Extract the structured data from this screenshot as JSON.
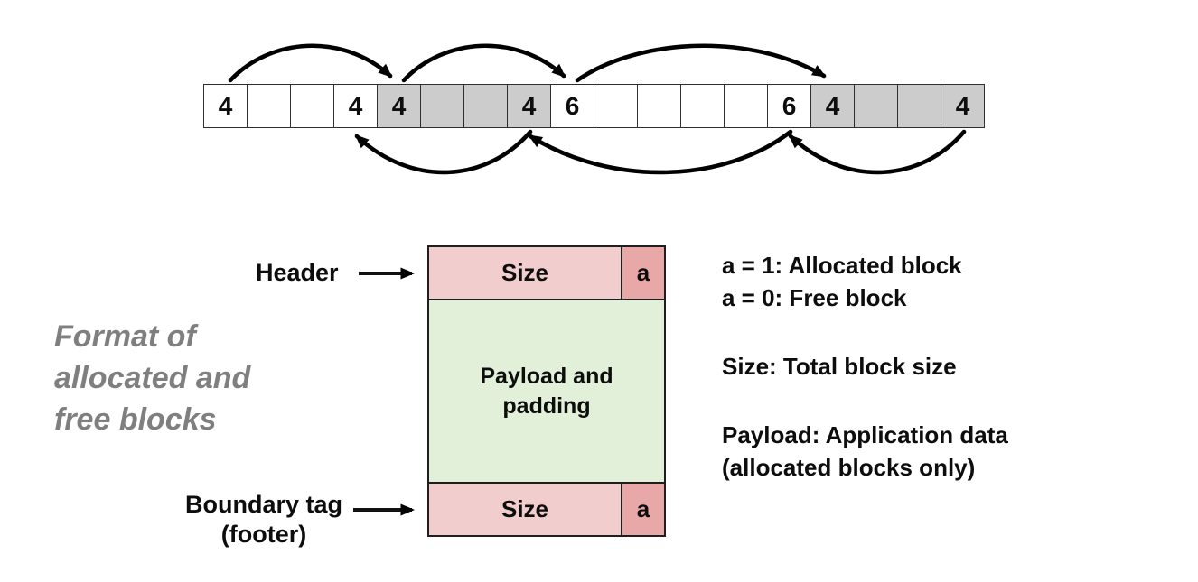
{
  "slide": {
    "caption_lines": [
      "Format of",
      "allocated and",
      "free blocks"
    ]
  },
  "heap_strip": {
    "cells": [
      {
        "label": "4",
        "shaded": false
      },
      {
        "label": "",
        "shaded": false
      },
      {
        "label": "",
        "shaded": false
      },
      {
        "label": "4",
        "shaded": false
      },
      {
        "label": "4",
        "shaded": true
      },
      {
        "label": "",
        "shaded": true
      },
      {
        "label": "",
        "shaded": true
      },
      {
        "label": "4",
        "shaded": true
      },
      {
        "label": "6",
        "shaded": false
      },
      {
        "label": "",
        "shaded": false
      },
      {
        "label": "",
        "shaded": false
      },
      {
        "label": "",
        "shaded": false
      },
      {
        "label": "",
        "shaded": false
      },
      {
        "label": "6",
        "shaded": false
      },
      {
        "label": "4",
        "shaded": true
      },
      {
        "label": "",
        "shaded": true
      },
      {
        "label": "",
        "shaded": true
      },
      {
        "label": "4",
        "shaded": true
      }
    ],
    "forward_links": [
      {
        "from": 0,
        "to": 4
      },
      {
        "from": 4,
        "to": 8
      },
      {
        "from": 8,
        "to": 14
      }
    ],
    "backward_links": [
      {
        "from": 7,
        "to": 3
      },
      {
        "from": 13,
        "to": 7
      },
      {
        "from": 17,
        "to": 13
      }
    ]
  },
  "block_format": {
    "header_pointer_label": "Header",
    "footer_pointer_label": "Boundary tag",
    "footer_pointer_sublabel": "(footer)",
    "header_size_label": "Size",
    "header_flag_label": "a",
    "payload_label": "Payload and padding",
    "footer_size_label": "Size",
    "footer_flag_label": "a"
  },
  "legend": {
    "groups": [
      {
        "lines": [
          "a = 1: Allocated block",
          "a = 0: Free block"
        ]
      },
      {
        "lines": [
          "Size: Total block size"
        ]
      },
      {
        "lines": [
          "Payload: Application data",
          "(allocated blocks only)"
        ]
      }
    ]
  },
  "colors": {
    "tag_fill": "#f2cdcd",
    "flag_fill": "#e8a8a8",
    "payload_fill": "#e2f0d9",
    "shaded_cell_fill": "#cccccc",
    "caption_text": "#7f7f7f",
    "arrow": "#000000"
  }
}
